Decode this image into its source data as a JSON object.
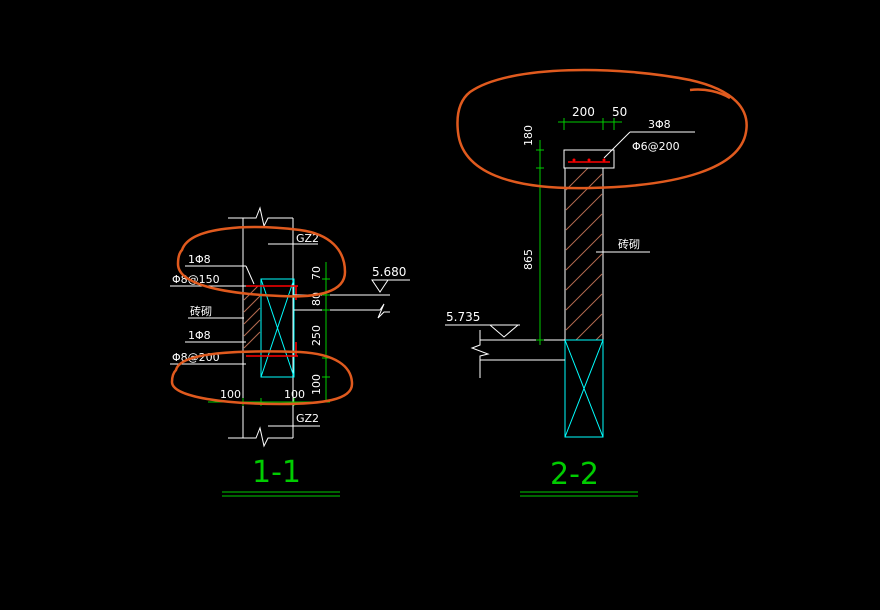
{
  "colors": {
    "background": "#000000",
    "line": "#ffffff",
    "section": "#00ffff",
    "dimension": "#00cc00",
    "hatch": "#b46a50",
    "rebar": "#ff0000",
    "markup": "#e05a1e"
  },
  "section_1_1": {
    "title": "1-1",
    "elev_label": "5.680",
    "rebar_top_label": "1Φ8",
    "stirrup_top_label": "Φ8@150",
    "wall_label": "砖砌",
    "rebar_bot_label": "1Φ8",
    "stirrup_bot_label": "Φ8@200",
    "gz_top": "GZ2",
    "gz_bottom": "GZ2",
    "dim_70": "70",
    "dim_80": "80",
    "dim_250": "250",
    "dim_100v": "100",
    "dim_100_left": "100",
    "dim_100_right": "100"
  },
  "section_2_2": {
    "title": "2-2",
    "dim_200": "200",
    "dim_50": "50",
    "dim_180": "180",
    "dim_865": "865",
    "rebar_label": "3Φ8",
    "stirrup_label": "Φ6@200",
    "wall_label": "砖砌",
    "elev_label": "5.735"
  }
}
